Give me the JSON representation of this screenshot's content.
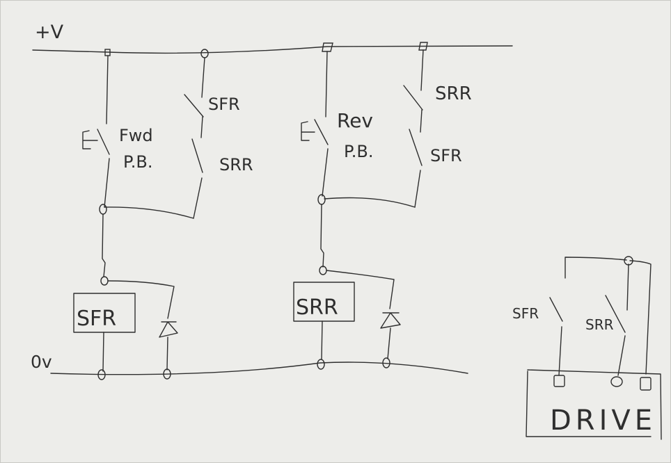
{
  "labels": {
    "plus_v": "+V",
    "zero_v": "0v",
    "fwd": "Fwd",
    "fwd_pb": "P.B.",
    "rev": "Rev",
    "rev_pb": "P.B.",
    "sfr_top": "SFR",
    "srr_hold": "SRR",
    "srr_top": "SRR",
    "sfr_hold": "SFR",
    "coil_sfr": "SFR",
    "coil_srr": "SRR",
    "drive_sfr": "SFR",
    "drive_srr": "SRR",
    "drive": "DRIVE"
  }
}
